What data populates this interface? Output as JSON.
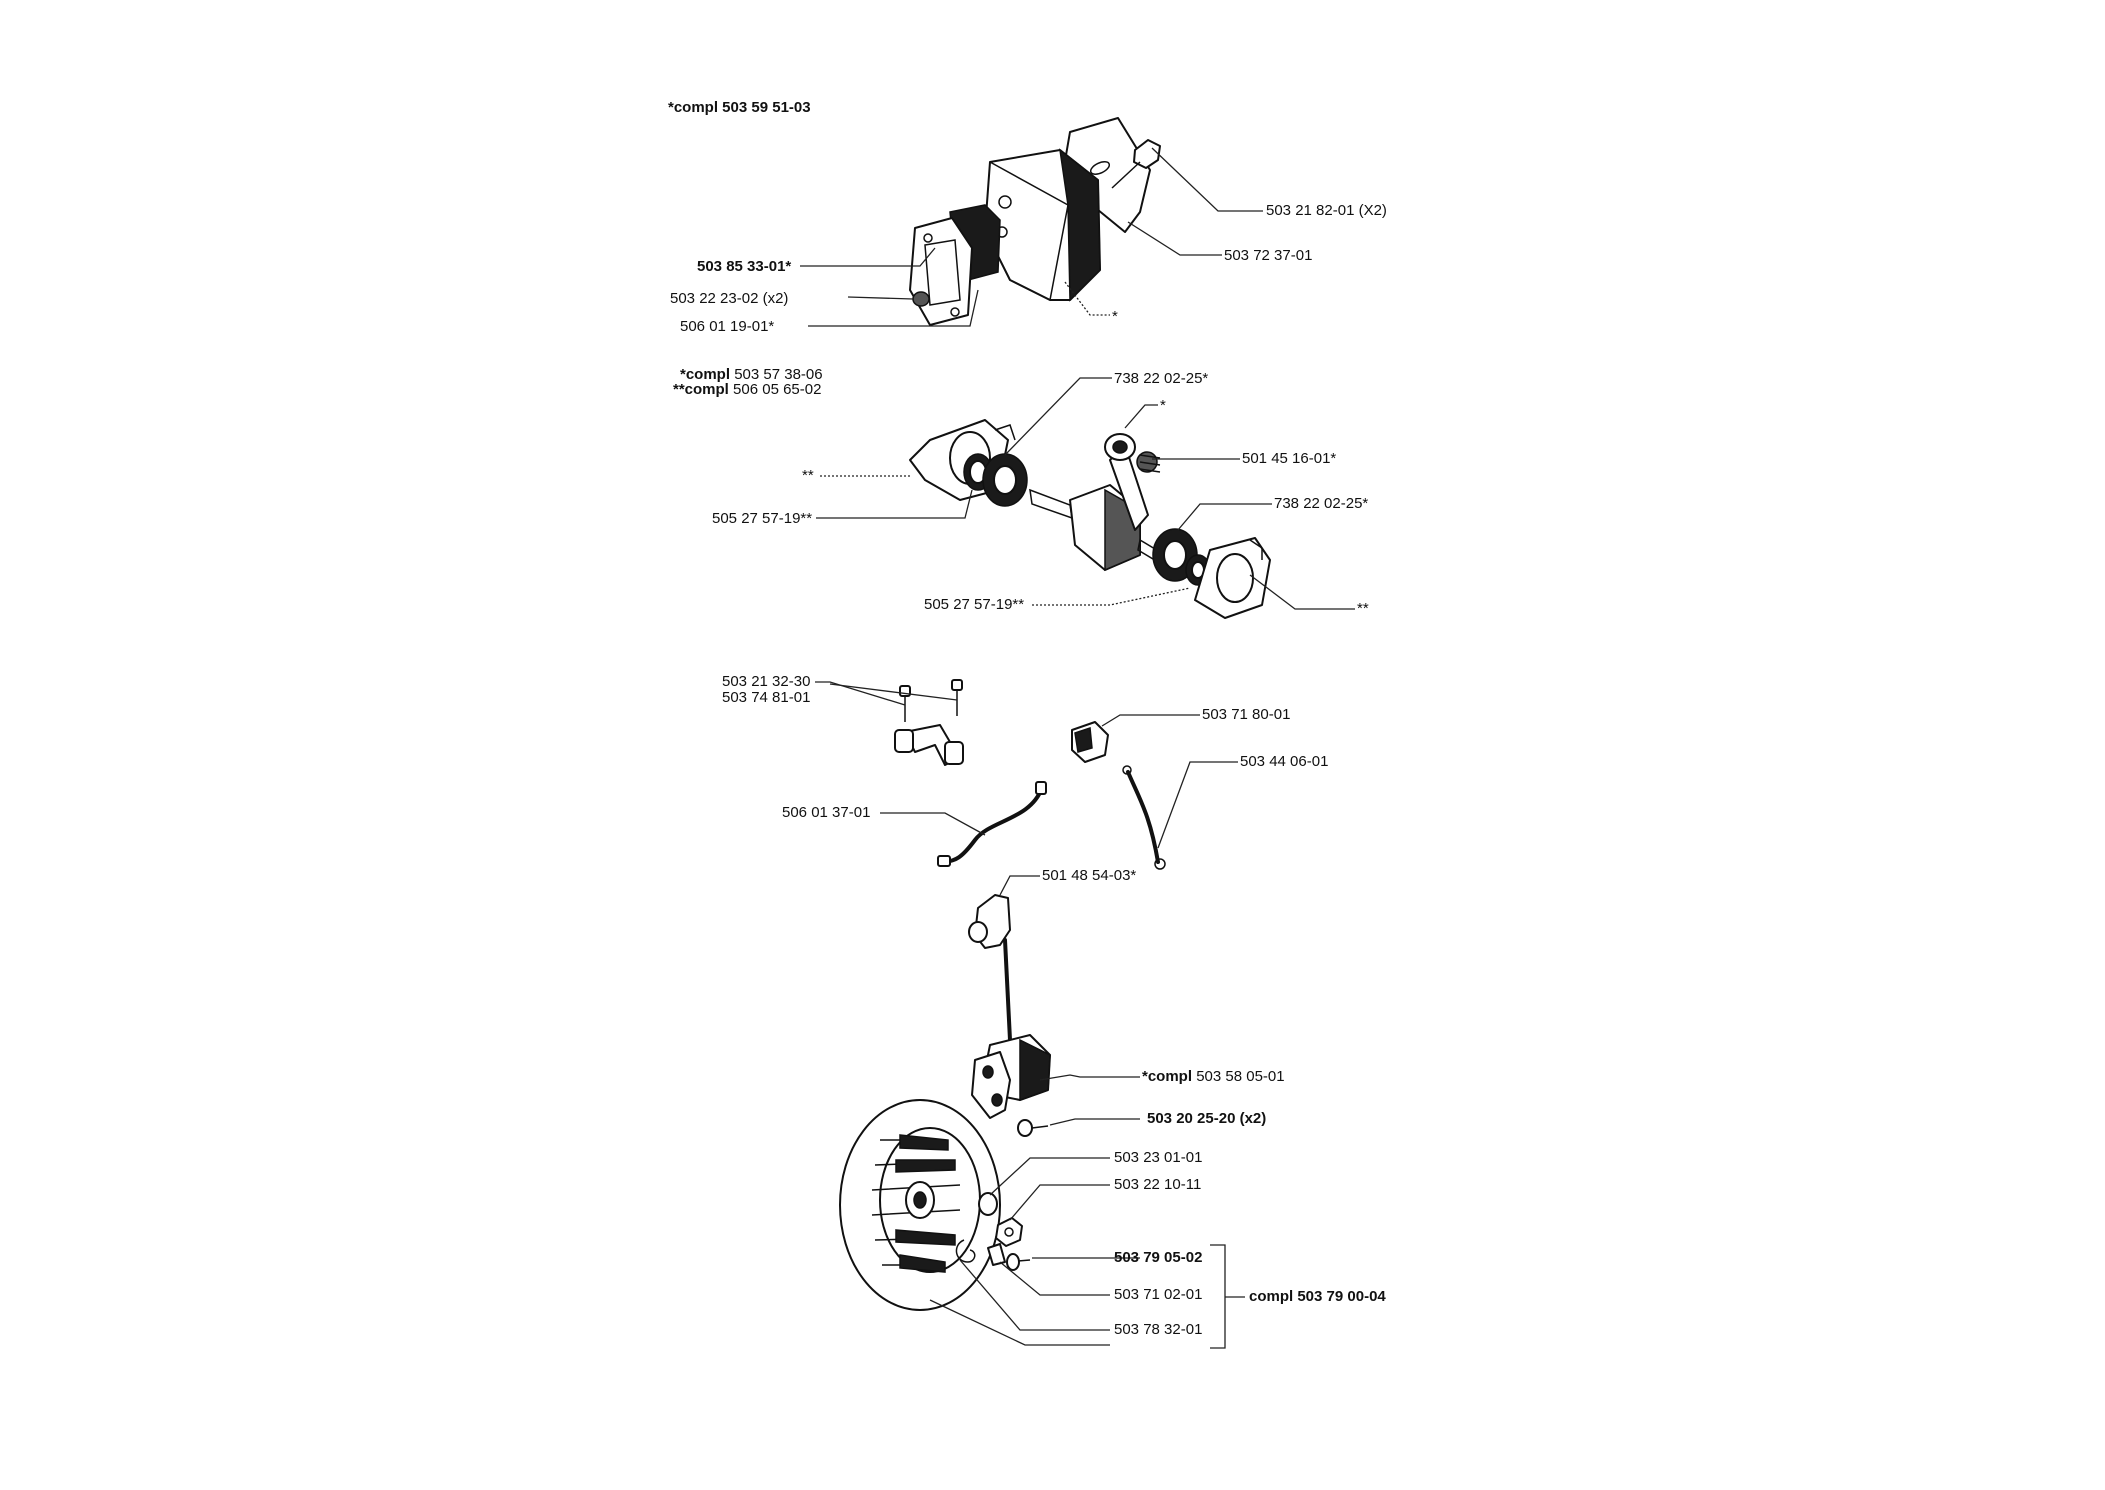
{
  "groups": {
    "muffler": {
      "compl": "*compl 503 59 51-03",
      "parts": [
        "503 21 82-01 (X2)",
        "503 72 37-01",
        "503 85 33-01*",
        "503 22 23-02 (x2)",
        "506 01 19-01*",
        "*"
      ]
    },
    "crankshaft": {
      "compl1": "*compl 503 57 38-06",
      "compl2_prefix": "**compl",
      "compl2_number": "506 05 65-02",
      "compl1_prefix": "*compl",
      "compl1_number": "503 57 38-06",
      "parts": [
        "738 22 02-25*",
        "*",
        "501 45 16-01*",
        "**",
        "505 27 57-19**",
        "738 22 02-25*",
        "505 27 57-19**",
        "**"
      ]
    },
    "ignition": {
      "parts": [
        "503 21 32-30",
        "503 74 81-01",
        "503 71 80-01",
        "503 44 06-01",
        "506 01 37-01",
        "501 48 54-03*"
      ],
      "coil_prefix": "*compl",
      "coil_number": "503 58 05-01",
      "screw": "503 20 25-20 (x2)"
    },
    "flywheel": {
      "parts": [
        "503 23 01-01",
        "503 22 10-11",
        "503 79 05-02",
        "503 71 02-01",
        "503 78 32-01"
      ],
      "compl": "compl 503 79 00-04"
    }
  }
}
